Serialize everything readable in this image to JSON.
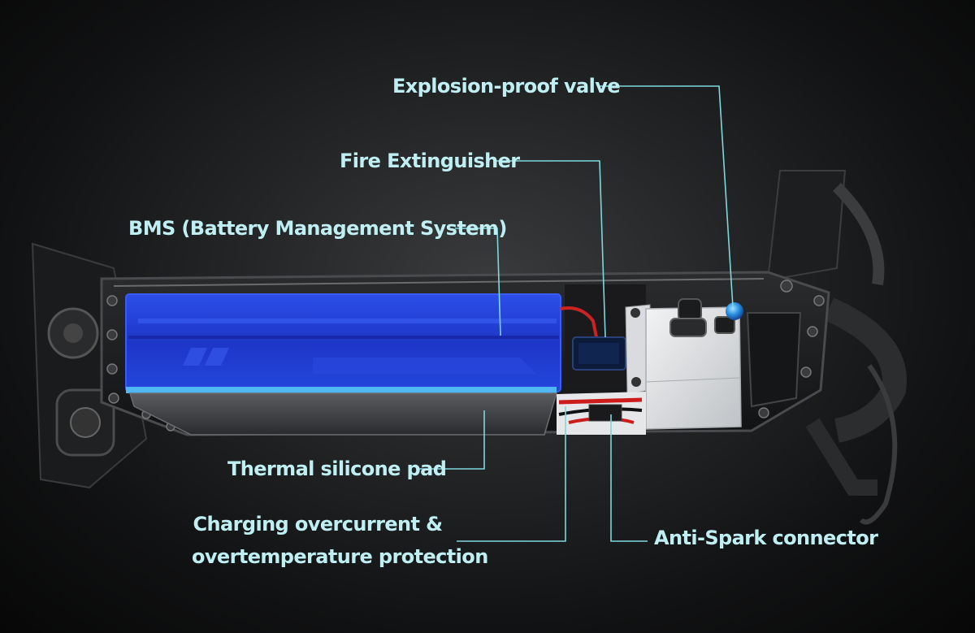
{
  "labels": {
    "explosion_valve": "Explosion-proof valve",
    "fire_extinguisher": "Fire Extinguisher",
    "bms": "BMS (Battery Management System)",
    "thermal_pad": "Thermal silicone pad",
    "charging_protection_line1": "Charging overcurrent &",
    "charging_protection_line2": "overtemperature protection",
    "anti_spark": "Anti-Spark connector"
  },
  "colors": {
    "callout_text": "#bfeff2",
    "leader_line": "#7fd7de",
    "battery_blue": "#1f3fd6",
    "background": "#1c1d1e"
  }
}
